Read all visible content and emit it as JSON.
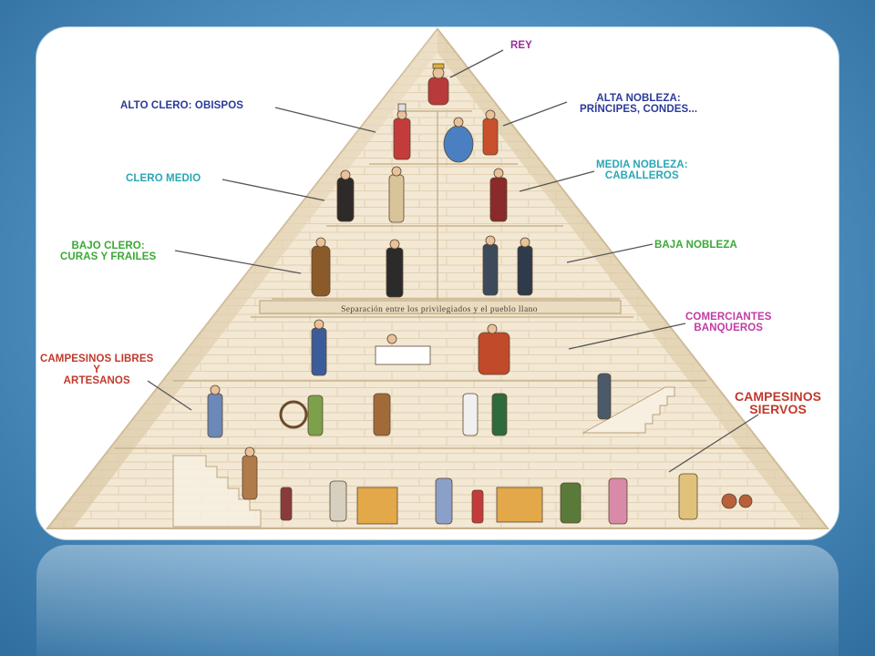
{
  "diagram": {
    "separator": "Separación entre los privilegiados y el pueblo llano",
    "labels": {
      "rey": [
        "REY"
      ],
      "alto_clero": [
        "ALTO CLERO: OBISPOS"
      ],
      "alta_nobleza": [
        "ALTA NOBLEZA:",
        "PRÍNCIPES, CONDES..."
      ],
      "clero_medio": [
        "CLERO MEDIO"
      ],
      "media_nobleza": [
        "MEDIA NOBLEZA:",
        "CABALLEROS"
      ],
      "bajo_clero": [
        "BAJO CLERO:",
        "CURAS Y FRAILES"
      ],
      "baja_nobleza": [
        "BAJA NOBLEZA"
      ],
      "comerciantes": [
        "COMERCIANTES",
        "BANQUEROS"
      ],
      "campesinos_libres": [
        "CAMPESINOS LIBRES",
        "Y",
        "ARTESANOS"
      ],
      "campesinos_siervos": [
        "CAMPESINOS",
        "SIERVOS"
      ]
    },
    "colors": {
      "rey": "#9b2d9a",
      "alto_clero": "#2a3a9a",
      "alta_nobleza": "#2a3a9a",
      "clero_medio": "#27a7b5",
      "media_nobleza": "#27a7b5",
      "bajo_clero": "#3aa935",
      "baja_nobleza": "#3aa935",
      "comerciantes": "#c13aa6",
      "campesinos_libres": "#c0392b",
      "campesinos_siervos": "#c0392b",
      "pyramid_stone": "#f1e5cf",
      "pyramid_edge": "#c9b48f"
    }
  }
}
